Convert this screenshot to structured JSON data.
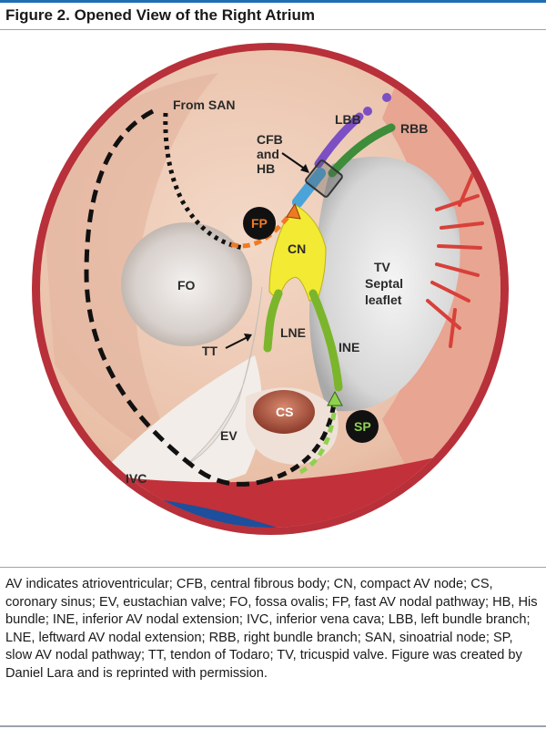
{
  "figure": {
    "title": "Figure 2. Opened View of the Right Atrium"
  },
  "labels": {
    "from_san": "From SAN",
    "lbb": "LBB",
    "rbb": "RBB",
    "cfb_line1": "CFB",
    "cfb_line2": "and",
    "cfb_line3": "HB",
    "fp": "FP",
    "cn": "CN",
    "fo": "FO",
    "tv_line1": "TV",
    "tv_line2": "Septal",
    "tv_line3": "leaflet",
    "lne": "LNE",
    "ine": "INE",
    "tt": "TT",
    "cs": "CS",
    "sp": "SP",
    "ev": "EV",
    "ivc": "IVC"
  },
  "caption": "AV indicates atrioventricular; CFB, central fibrous body; CN, compact AV node; CS, coronary sinus; EV, eustachian valve; FO, fossa ovalis; FP, fast AV nodal pathway; HB, His bundle; INE, inferior AV nodal extension; IVC, inferior vena cava; LBB, left bundle branch; LNE, leftward AV nodal extension; RBB, right bundle branch; SAN, sinoatrial node; SP, slow AV nodal pathway; TT, tendon of Todaro; TV, tricuspid valve. Figure was created by Daniel Lara and is reprinted with permission."
}
